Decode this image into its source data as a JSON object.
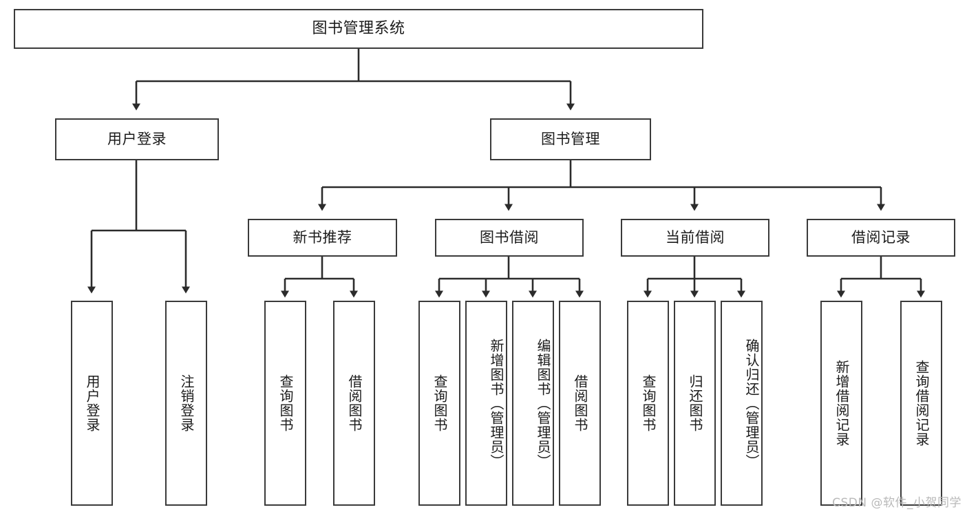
{
  "diagram": {
    "type": "tree-hierarchy",
    "title": "图书管理系统",
    "orientation": "top-down",
    "colors": {
      "box_border": "#3a3a3a",
      "box_fill": "#ffffff",
      "connector": "#2b2b2b",
      "text": "#1b1b1b",
      "watermark": "#b9b9b9",
      "background": "#ffffff"
    }
  },
  "root": {
    "label": "图书管理系统"
  },
  "level2": [
    {
      "id": "user-login",
      "label": "用户登录"
    },
    {
      "id": "book-manage",
      "label": "图书管理"
    }
  ],
  "level3": [
    {
      "id": "new-book-recommend",
      "label": "新书推荐"
    },
    {
      "id": "book-borrow",
      "label": "图书借阅"
    },
    {
      "id": "current-borrow",
      "label": "当前借阅"
    },
    {
      "id": "borrow-record",
      "label": "借阅记录"
    }
  ],
  "leaves": {
    "user_login": [
      {
        "id": "leaf-user-login",
        "label": "用户登录",
        "vcenter": true
      },
      {
        "id": "leaf-logout-login",
        "label": "注销登录",
        "vcenter": true
      }
    ],
    "new_book_recommend": [
      {
        "id": "leaf-query-book-1",
        "label": "查询图书",
        "vcenter": true
      },
      {
        "id": "leaf-borrow-book-1",
        "label": "借阅图书",
        "vcenter": true
      }
    ],
    "book_borrow": [
      {
        "id": "leaf-query-book-2",
        "label": "查询图书",
        "vcenter": true
      },
      {
        "id": "leaf-add-book",
        "label": "新增图书（管理员）",
        "vcenter": false
      },
      {
        "id": "leaf-edit-book",
        "label": "编辑图书（管理员）",
        "vcenter": false
      },
      {
        "id": "leaf-borrow-book-2",
        "label": "借阅图书",
        "vcenter": true
      }
    ],
    "current_borrow": [
      {
        "id": "leaf-query-book-3",
        "label": "查询图书",
        "vcenter": true
      },
      {
        "id": "leaf-return-book",
        "label": "归还图书",
        "vcenter": true
      },
      {
        "id": "leaf-confirm-return",
        "label": "确认归还（管理员）",
        "vcenter": false
      }
    ],
    "borrow_record": [
      {
        "id": "leaf-add-record",
        "label": "新增借阅记录",
        "vcenter": true
      },
      {
        "id": "leaf-query-record",
        "label": "查询借阅记录",
        "vcenter": true
      }
    ]
  },
  "watermark": {
    "text": "CSDN @软件_小贺同学"
  }
}
